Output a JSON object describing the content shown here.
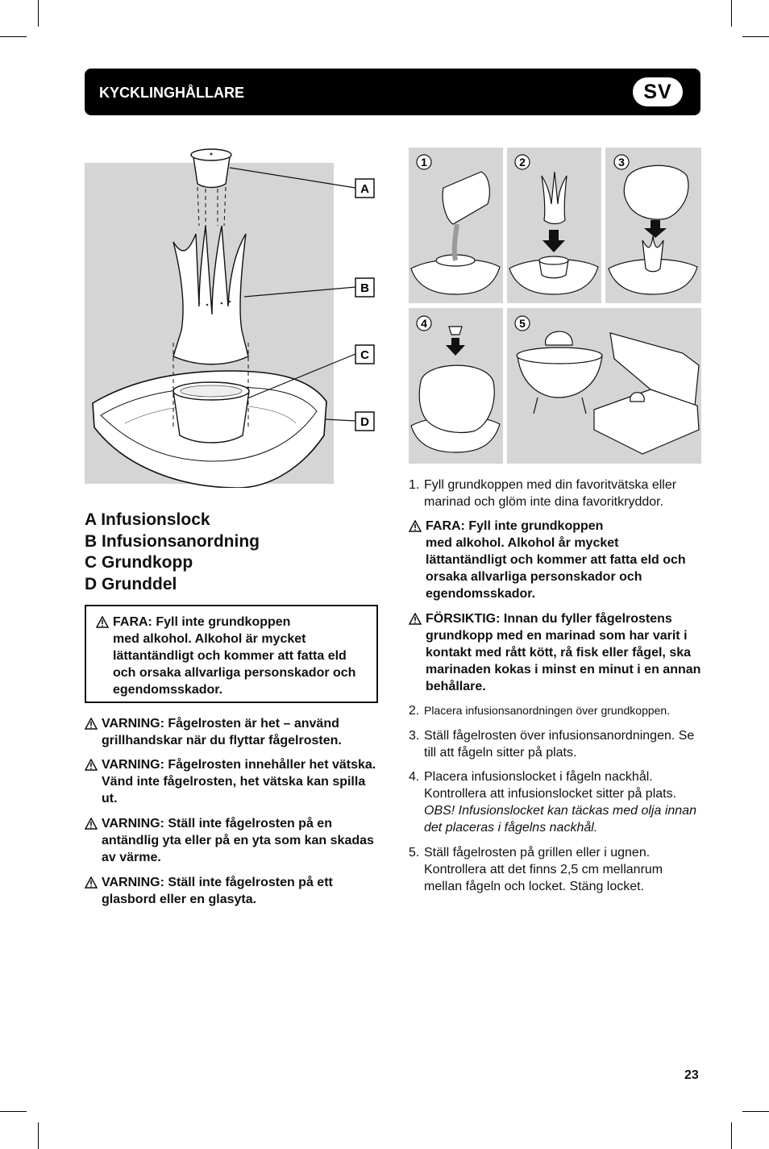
{
  "header": {
    "title": "KYCKLINGHÅLLARE",
    "lang": "SV"
  },
  "diagram": {
    "labels": [
      "A",
      "B",
      "C",
      "D"
    ]
  },
  "legend": [
    "A Infusionslock",
    "B Infusionsanordning",
    "C Grundkopp",
    "D Grunddel"
  ],
  "box_warning": {
    "line1": "FARA: Fyll inte grundkoppen",
    "rest": "med alkohol. Alkohol är mycket lättantändligt och kommer att fatta eld och orsaka allvarliga personskador och egendomsskador."
  },
  "left_warnings": [
    "VARNING: Fågelrosten är het – använd grillhandskar när du flyttar fågelrosten.",
    "VARNING: Fågelrosten innehåller het vätska. Vänd inte fågelrosten, het vätska kan spilla ut.",
    "VARNING: Ställ inte fågelrosten på en antändlig yta eller på en yta som kan skadas av värme.",
    "VARNING: Ställ inte fågelrosten på ett glasbord eller en glasyta."
  ],
  "step_numbers": [
    "1",
    "2",
    "3",
    "4",
    "5"
  ],
  "instructions": {
    "s1_num": "1.",
    "s1": "Fyll grundkoppen med din favoritvätska eller marinad och glöm inte dina favoritkryddor.",
    "danger_line1": "FARA: Fyll inte grundkoppen",
    "danger_rest": "med alkohol. Alkohol år mycket lättantändligt och kommer att fatta eld och orsaka allvarliga personskador och egendomsskador.",
    "caution": "FÖRSIKTIG: Innan du fyller fågelrostens grundkopp med en marinad som har varit i kontakt med rått kött, rå fisk eller fågel, ska marinaden kokas i minst en minut i en annan behållare.",
    "s2_num": "2.",
    "s2": "Placera infusionsanordningen över grundkoppen.",
    "s3_num": "3.",
    "s3": "Ställ fågelrosten över infusionsanordningen. Se till att fågeln sitter på plats.",
    "s4_num": "4.",
    "s4": "Placera infusionslocket i fågeln nackhål. Kontrollera att infusionslocket sitter på plats.",
    "s4_note": "OBS! Infusionslocket kan täckas med olja innan det placeras i fågelns nackhål.",
    "s5_num": "5.",
    "s5": "Ställ fågelrosten på grillen eller i ugnen. Kontrollera att det finns 2,5 cm mellanrum mellan fågeln och locket. Stäng locket."
  },
  "page_number": "23"
}
